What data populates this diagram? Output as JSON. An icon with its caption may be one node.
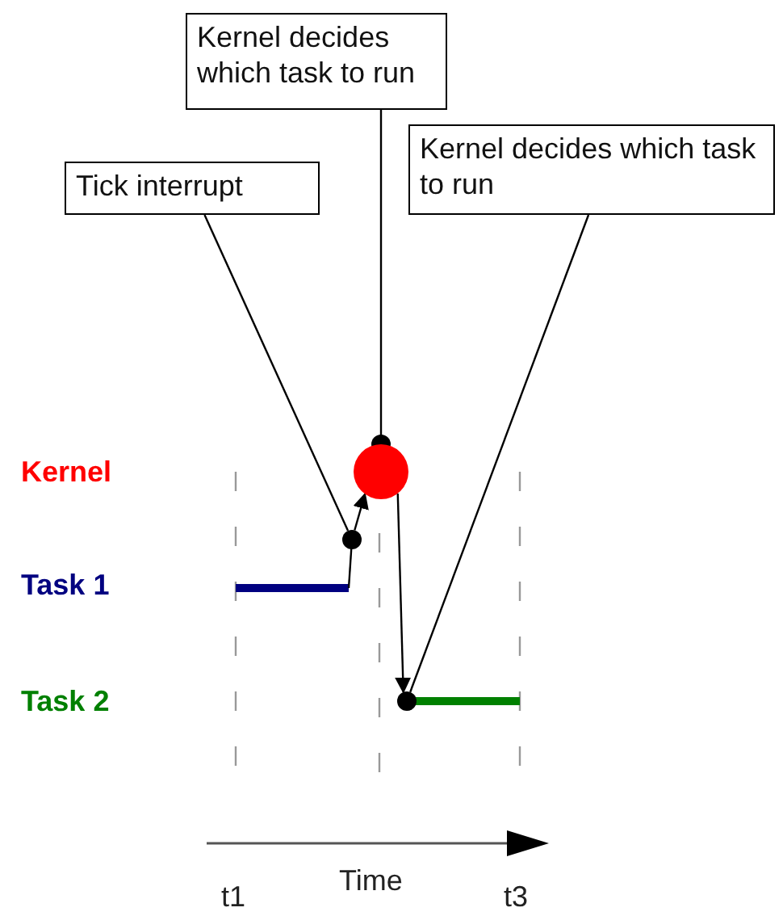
{
  "diagram": {
    "nodes": [
      {
        "text": [
          "Kernel decides which task to run"
        ]
      },
      {
        "text": [
          "Tick interrupt"
        ]
      },
      {
        "text": [
          "Kernel decides which task to run"
        ]
      },
      {
        "text": [],
        "shape": "circle"
      },
      {
        "text": [],
        "shape": "circle"
      },
      {
        "text": [],
        "shape": "circle"
      }
    ],
    "edges": [
      {
        "from": 0,
        "to": 3,
        "arrow": "other"
      },
      {
        "from": 1,
        "to": 4,
        "arrow": "none"
      },
      {
        "from": 2,
        "to": 5,
        "arrow": "none"
      },
      {
        "from": 4,
        "to": 3,
        "arrow": "to"
      },
      {
        "from": 3,
        "to": 5,
        "arrow": "to"
      }
    ],
    "labels": [
      "Kernel",
      "Task 1",
      "Task 2",
      "Time",
      "t1",
      "t3"
    ]
  }
}
